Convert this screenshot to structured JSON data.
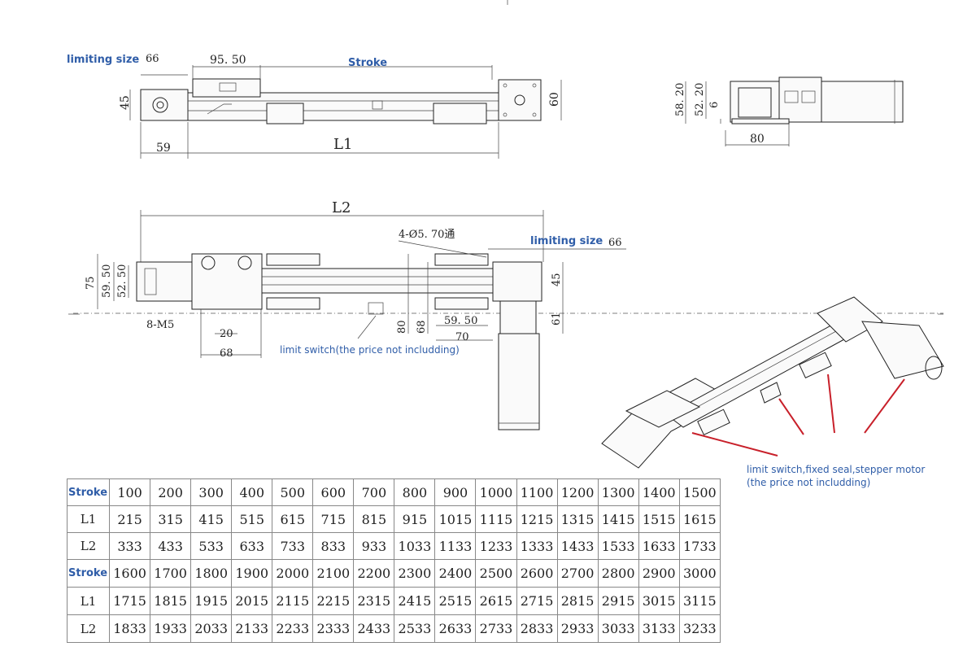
{
  "top_view": {
    "limiting_size_label": "limiting size",
    "limiting_size_value": "66",
    "dim_95_50": "95. 50",
    "stroke_label": "Stroke",
    "dim_45": "45",
    "dim_60": "60",
    "dim_59": "59",
    "dim_L1": "L1"
  },
  "side_view": {
    "dim_58_20": "58. 20",
    "dim_52_20": "52. 20",
    "dim_6": "6",
    "dim_80": "80"
  },
  "bottom_view": {
    "dim_L2": "L2",
    "holes_label": "4-Ø5. 70通",
    "limiting_size_label": "limiting size",
    "limiting_size_value": "66",
    "dim_75": "75",
    "dim_59_50_left": "59. 50",
    "dim_52_50": "52. 50",
    "dim_8_M5": "8-M5",
    "dim_20": "20",
    "dim_68": "68",
    "dim_80": "80",
    "dim_68_b": "68",
    "dim_59_50_right": "59. 50",
    "dim_70": "70",
    "dim_45": "45",
    "dim_61": "61",
    "limit_switch_note": "limit switch(the price not includding)"
  },
  "iso_view": {
    "callout_line1": "limit switch,fixed seal,stepper motor",
    "callout_line2": "(the price not includding)"
  },
  "table": {
    "rows": [
      {
        "label": "Stroke",
        "cells": [
          "100",
          "200",
          "300",
          "400",
          "500",
          "600",
          "700",
          "800",
          "900",
          "1000",
          "1100",
          "1200",
          "1300",
          "1400",
          "1500"
        ]
      },
      {
        "label": "L1",
        "cells": [
          "215",
          "315",
          "415",
          "515",
          "615",
          "715",
          "815",
          "915",
          "1015",
          "1115",
          "1215",
          "1315",
          "1415",
          "1515",
          "1615"
        ]
      },
      {
        "label": "L2",
        "cells": [
          "333",
          "433",
          "533",
          "633",
          "733",
          "833",
          "933",
          "1033",
          "1133",
          "1233",
          "1333",
          "1433",
          "1533",
          "1633",
          "1733"
        ]
      },
      {
        "label": "Stroke",
        "cells": [
          "1600",
          "1700",
          "1800",
          "1900",
          "2000",
          "2100",
          "2200",
          "2300",
          "2400",
          "2500",
          "2600",
          "2700",
          "2800",
          "2900",
          "3000"
        ]
      },
      {
        "label": "L1",
        "cells": [
          "1715",
          "1815",
          "1915",
          "2015",
          "2115",
          "2215",
          "2315",
          "2415",
          "2515",
          "2615",
          "2715",
          "2815",
          "2915",
          "3015",
          "3115"
        ]
      },
      {
        "label": "L2",
        "cells": [
          "1833",
          "1933",
          "2033",
          "2133",
          "2233",
          "2333",
          "2433",
          "2533",
          "2633",
          "2733",
          "2833",
          "2933",
          "3033",
          "3133",
          "3233"
        ]
      }
    ]
  }
}
